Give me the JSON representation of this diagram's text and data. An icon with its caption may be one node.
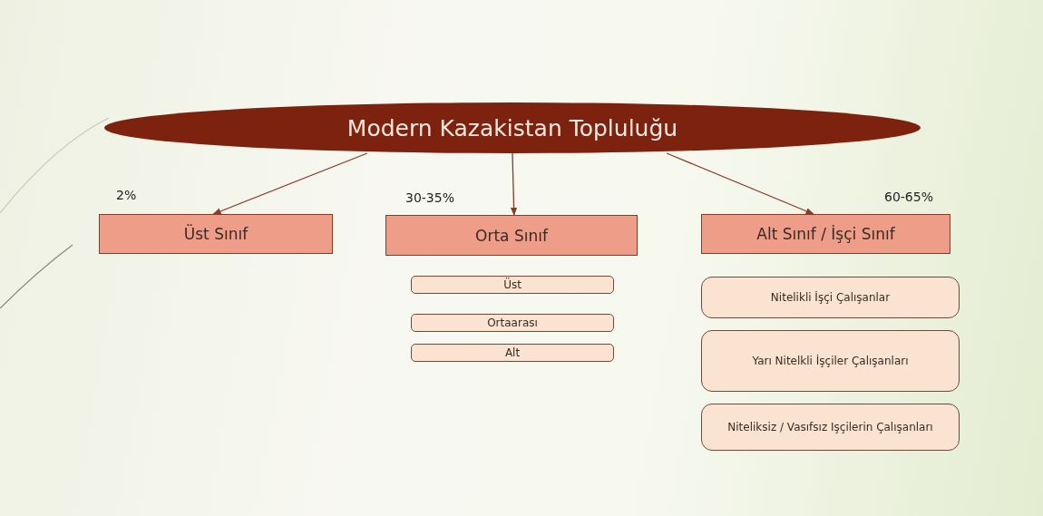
{
  "diagram": {
    "nodes": [
      {
        "text": [
          "Modern Kazakistan Topluluğu"
        ]
      },
      {
        "text": [
          "Üst Sınıf"
        ],
        "beside": [
          "2%"
        ]
      },
      {
        "text": [
          "Orta Sınıf"
        ],
        "beside": [
          "30-35%"
        ]
      },
      {
        "text": [
          "Alt Sınıf / İşçi Sınıf"
        ],
        "beside": [
          "60-65%"
        ]
      },
      {
        "text": [
          "Üst"
        ]
      },
      {
        "text": [
          "Ortaarası"
        ]
      },
      {
        "text": [
          "Alt"
        ]
      },
      {
        "text": [
          "Nitelikli İşçi Çalışanlar"
        ]
      },
      {
        "text": [
          "Yarı Nitelkli İşçiler Çalışanları"
        ]
      },
      {
        "text": [
          "Niteliksiz / Vasıfsız Işçilerin Çalışanları"
        ]
      }
    ],
    "edges": [
      {
        "from": 0,
        "to": 1,
        "arrow": "to"
      },
      {
        "from": 0,
        "to": 2,
        "arrow": "to"
      },
      {
        "from": 0,
        "to": 3,
        "arrow": "to"
      }
    ]
  }
}
